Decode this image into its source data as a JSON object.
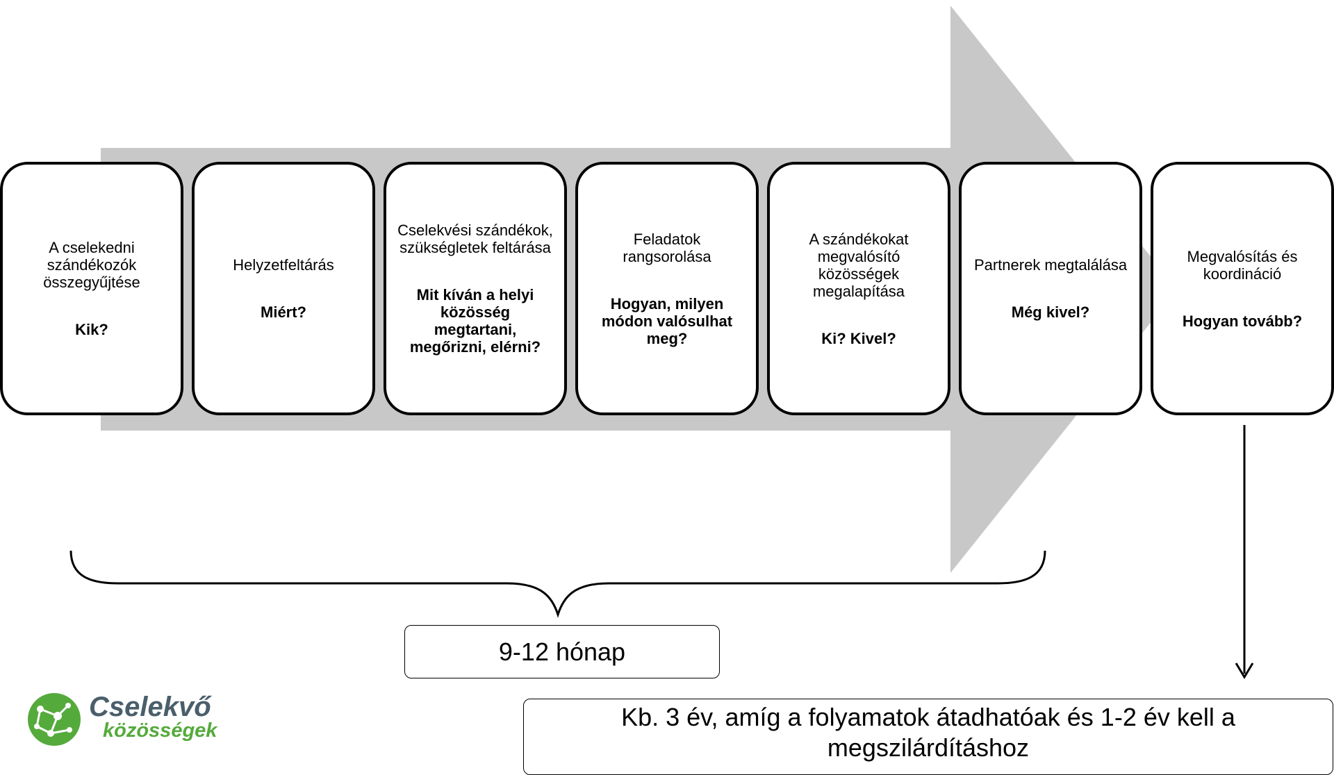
{
  "steps": [
    {
      "title": "A cselekedni szándékozók összegyűjtése",
      "question": "Kik?"
    },
    {
      "title": "Helyzetfeltárás",
      "question": "Miért?"
    },
    {
      "title": "Cselekvési szándékok, szükségletek feltárása",
      "question": "Mit kíván a helyi közösség megtartani, megőrizni, elérni?"
    },
    {
      "title": "Feladatok rangsorolása",
      "question": "Hogyan, milyen módon valósulhat meg?"
    },
    {
      "title": "A szándékokat megvalósító közösségek megalapítása",
      "question": "Ki? Kivel?"
    },
    {
      "title": "Partnerek megtalálása",
      "question": "Még kivel?"
    },
    {
      "title": "Megvalósítás és koordináció",
      "question": "Hogyan tovább?"
    }
  ],
  "durations": {
    "short": "9-12 hónap",
    "long": "Kb. 3 év, amíg a folyamatok átadhatóak és 1-2 év kell a megszilárdításhoz"
  },
  "logo": {
    "line1": "Cselekvő",
    "line2": "közösségek"
  },
  "colors": {
    "arrow": "#c8c8c8",
    "logo_green": "#55aa3c",
    "logo_dark": "#4a5e6b"
  }
}
